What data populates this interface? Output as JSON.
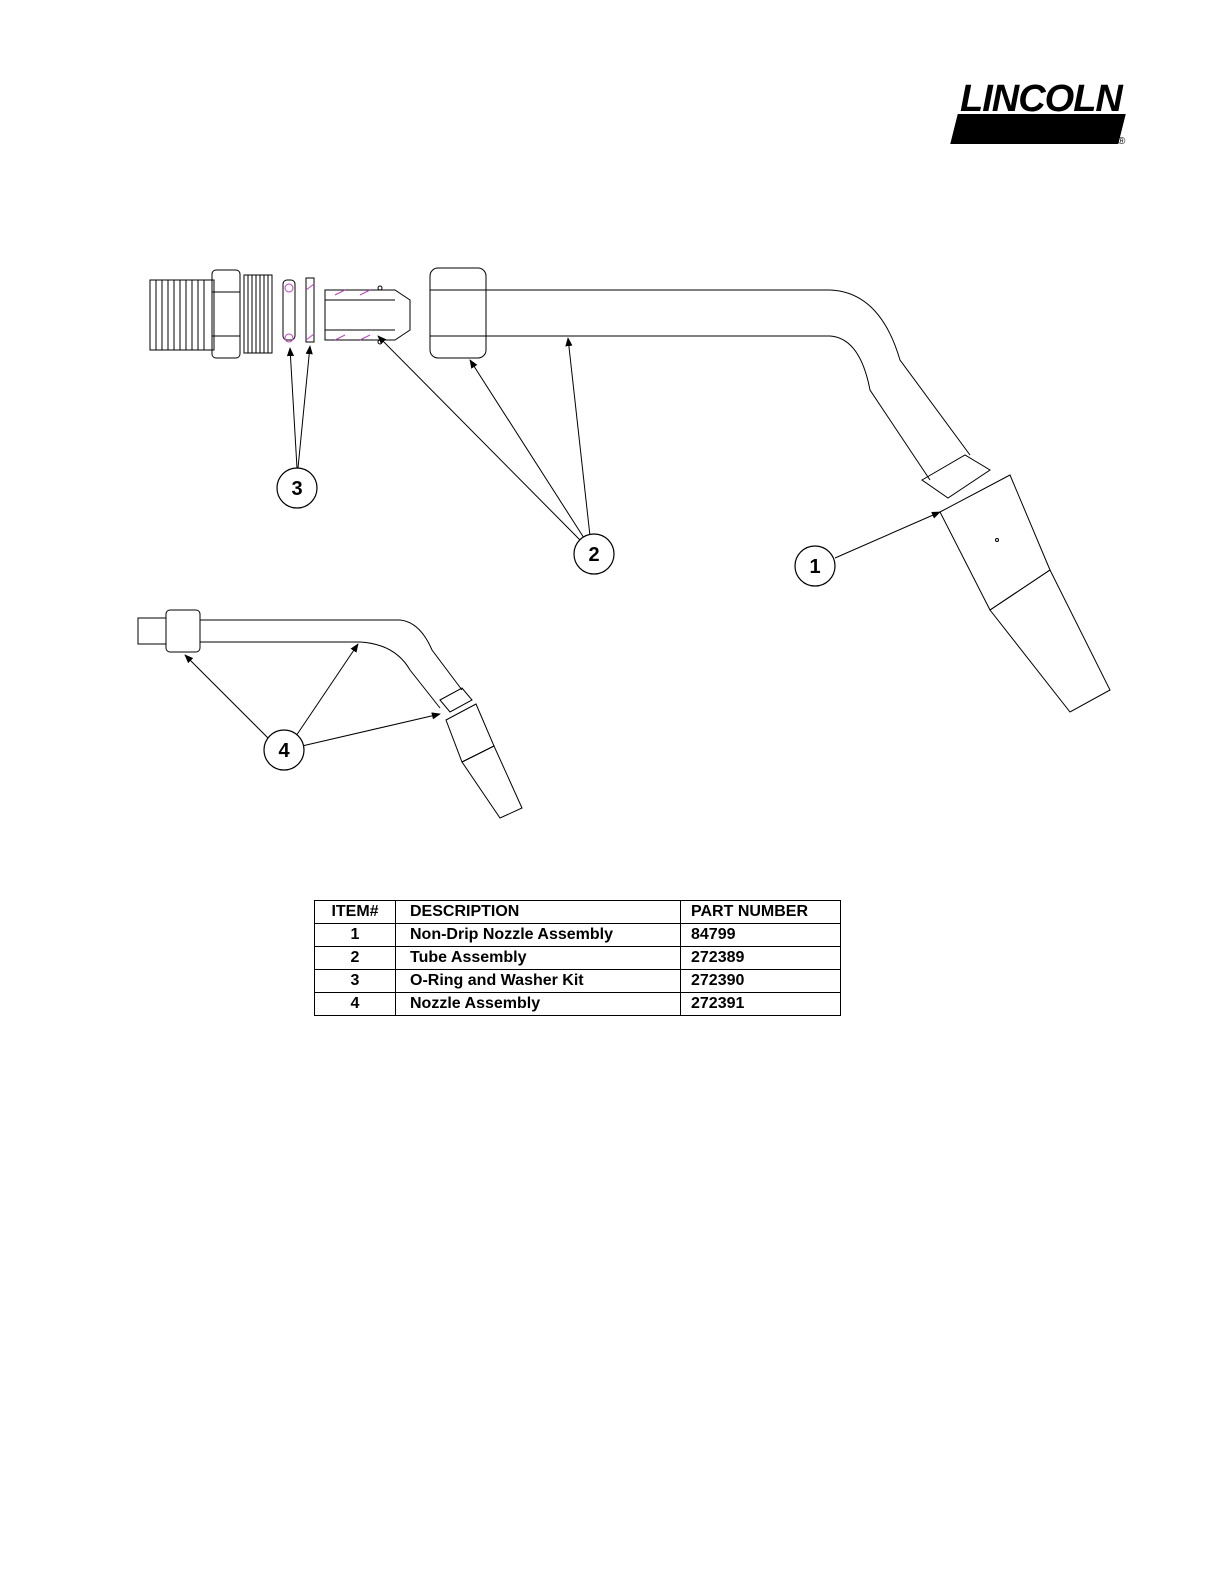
{
  "logo": {
    "brand": "LINCOLN",
    "registered": "®"
  },
  "callouts": [
    "1",
    "2",
    "3",
    "4"
  ],
  "table": {
    "headers": [
      "ITEM#",
      "DESCRIPTION",
      "PART NUMBER"
    ],
    "rows": [
      {
        "item": "1",
        "description": "Non-Drip Nozzle Assembly",
        "part": "84799"
      },
      {
        "item": "2",
        "description": "Tube Assembly",
        "part": "272389"
      },
      {
        "item": "3",
        "description": "O-Ring and Washer Kit",
        "part": "272390"
      },
      {
        "item": "4",
        "description": "Nozzle Assembly",
        "part": "272391"
      }
    ]
  }
}
